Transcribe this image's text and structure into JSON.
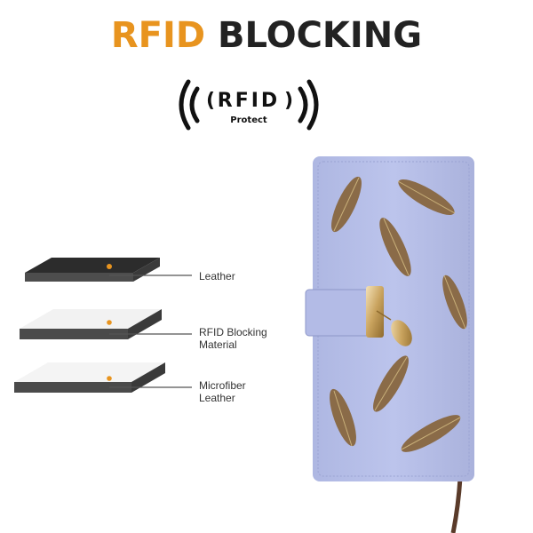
{
  "header": {
    "title_part1": "RFID",
    "title_part2": "BLOCKING",
    "accent_color": "#e8941f"
  },
  "badge": {
    "label": "RFID",
    "sublabel": "Protect",
    "icon": "rfid-signal-icon"
  },
  "layers": [
    {
      "id": "leather",
      "label_line1": "Leather",
      "label_line2": "",
      "top_color": "#2c2c2c",
      "side_color": "#5a5a5a"
    },
    {
      "id": "rfid-blocking-material",
      "label_line1": "RFID Blocking",
      "label_line2": "Material",
      "top_color": "#f2f2f2",
      "side_color": "#4a4a4a"
    },
    {
      "id": "microfiber-leather",
      "label_line1": "Microfiber",
      "label_line2": "Leather",
      "top_color": "#f4f4f4",
      "side_color": "#4a4a4a"
    }
  ],
  "wallet": {
    "color": "#b9c1e8",
    "icon": "leaf-cutout-wallet"
  }
}
